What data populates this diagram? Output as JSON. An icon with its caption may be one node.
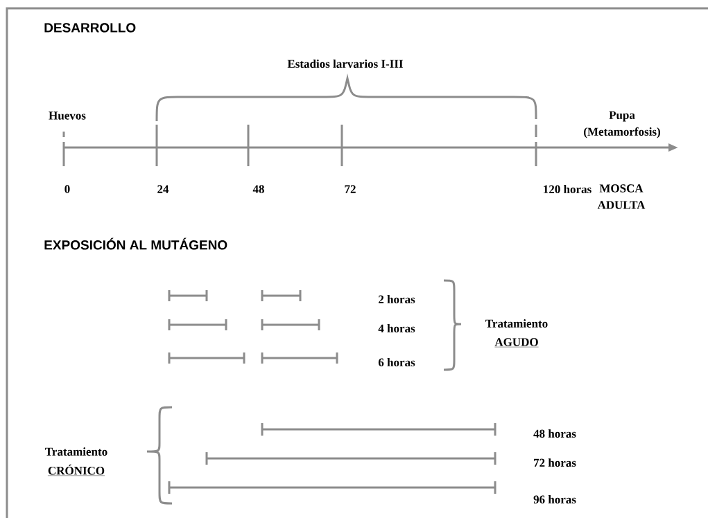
{
  "diagram": {
    "labels": [
      "DESARROLLO",
      "Estadios larvarios I-III",
      "Huevos",
      "Pupa (Metamorfosis)",
      "0",
      "24",
      "48",
      "72",
      "120 horas",
      "MOSCA ADULTA",
      "EXPOSICIÓN AL MUTÁGENO",
      "2 horas",
      "4 horas",
      "Tratamiento",
      "AGUDO",
      "6 horas",
      "48 horas",
      "Tratamiento",
      "CRÓNICO",
      "72 horas",
      "96 horas"
    ]
  }
}
